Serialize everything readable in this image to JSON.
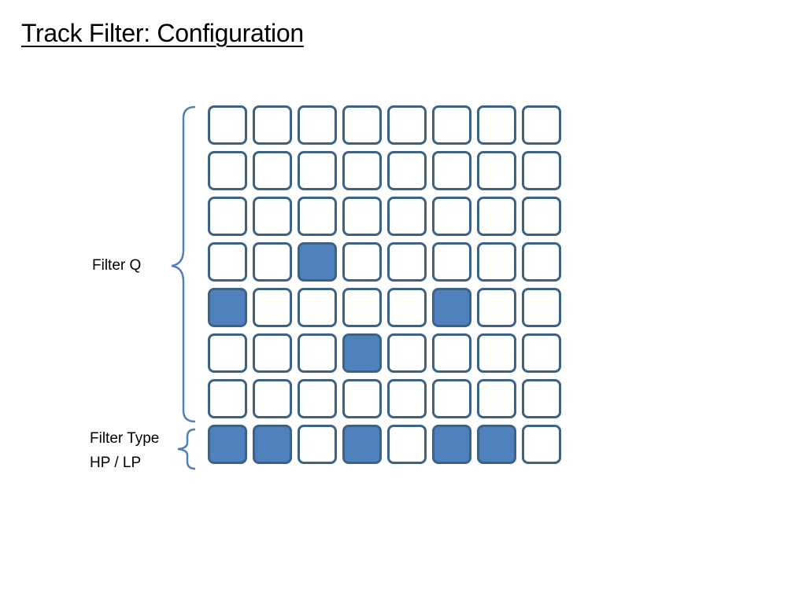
{
  "title": "Track Filter: Configuration",
  "labels": {
    "filter_q": "Filter Q",
    "filter_type_line1": "Filter Type",
    "filter_type_line2": "HP / LP"
  },
  "colors": {
    "cell_border": "#3c6284",
    "cell_active": "#4f81bd",
    "cell_inactive": "#ffffff",
    "brace": "#4f81bd"
  },
  "grid": {
    "columns": 8,
    "rows": [
      [
        0,
        0,
        0,
        0,
        0,
        0,
        0,
        0
      ],
      [
        0,
        0,
        0,
        0,
        0,
        0,
        0,
        0
      ],
      [
        0,
        0,
        0,
        0,
        0,
        0,
        0,
        0
      ],
      [
        0,
        0,
        1,
        0,
        0,
        0,
        0,
        0
      ],
      [
        1,
        0,
        0,
        0,
        0,
        1,
        0,
        0
      ],
      [
        0,
        0,
        0,
        1,
        0,
        0,
        0,
        0
      ],
      [
        0,
        0,
        0,
        0,
        0,
        0,
        0,
        0
      ],
      [
        1,
        1,
        0,
        1,
        0,
        1,
        1,
        0
      ]
    ]
  }
}
